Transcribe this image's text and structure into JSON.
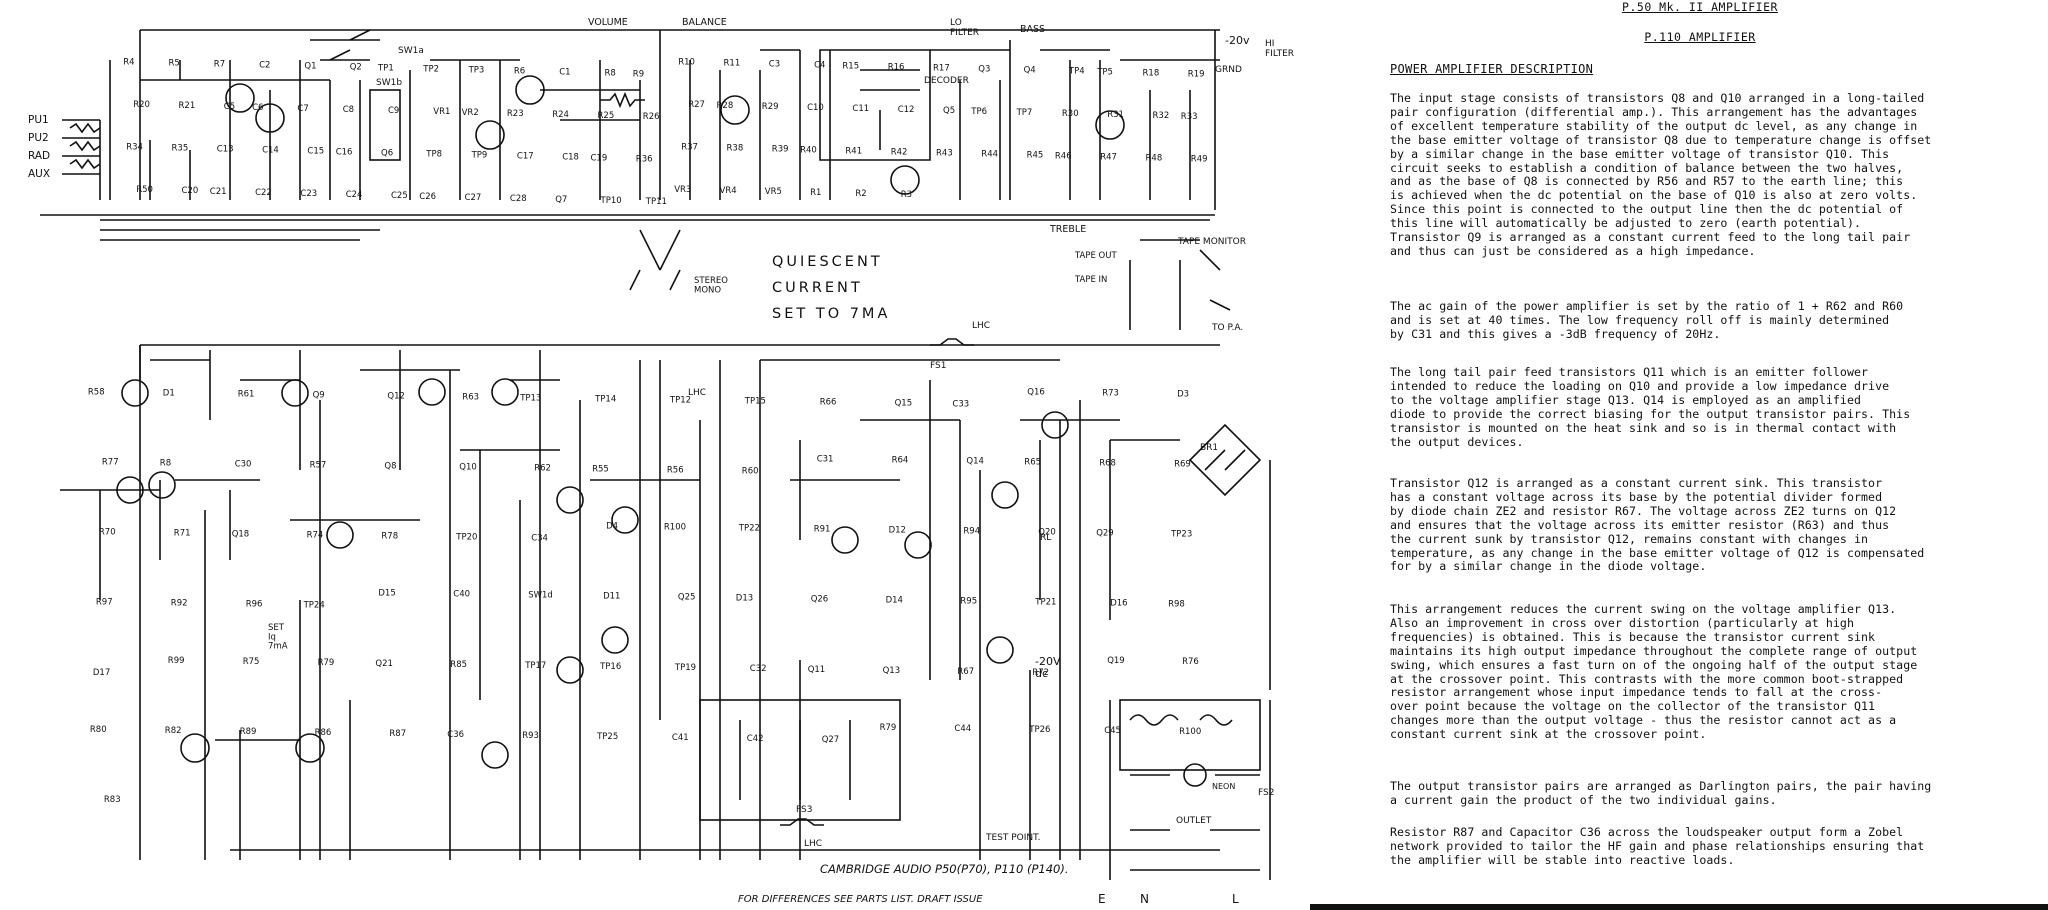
{
  "document": {
    "title_1": "P.50 Mk. II AMPLIFIER",
    "title_2": "P.110 AMPLIFIER",
    "heading": "POWER AMPLIFIER DESCRIPTION",
    "paragraphs": [
      "The input stage consists of transistors Q8 and Q10 arranged in a long-tailed\npair configuration (differential amp.). This arrangement has the advantages\nof excellent temperature stability of the output dc level, as any change in\nthe base emitter voltage of transistor Q8 due to temperature change is offset\nby a similar change in the base emitter voltage of transistor Q10. This\ncircuit seeks to establish a condition of balance between the two halves,\nand as the base of Q8 is connected by R56 and R57 to the earth line; this\nis achieved when the dc potential on the base of Q10 is also at zero volts.\nSince this point is connected to the output line then the dc potential of\nthis line will automatically be adjusted to zero (earth potential).\nTransistor Q9 is arranged as a constant current feed to the long tail pair\nand thus can just be considered as a high impedance.",
      "The ac gain of the power amplifier is set by the ratio of 1 + R62 and R60\nand is set at 40 times. The low frequency roll off is mainly determined\nby C31 and this gives a -3dB frequency of 20Hz.",
      "The long tail pair feed transistors Q11 which is an emitter follower\nintended to reduce the loading on Q10 and provide a low impedance drive\nto the voltage amplifier stage Q13. Q14 is employed as an amplified\ndiode to provide the correct biasing for the output transistor pairs. This\ntransistor is mounted on the heat sink and so is in thermal contact with\nthe output devices.",
      "Transistor Q12 is arranged as a constant current sink. This transistor\nhas a constant voltage across its base by the potential divider formed\nby diode chain ZE2 and resistor R67. The voltage across ZE2 turns on Q12\nand ensures that the voltage across its emitter resistor (R63) and thus\nthe current sunk by transistor Q12, remains constant with changes in\ntemperature, as any change in the base emitter voltage of Q12 is compensated\nfor by a similar change in the diode voltage.",
      "This arrangement reduces the current swing on the voltage amplifier Q13.\nAlso an improvement in cross over distortion (particularly at high\nfrequencies) is obtained. This is because the transistor current sink\nmaintains its high output impedance throughout the complete range of output\nswing, which ensures a fast turn on of the ongoing half of the output stage\nat the crossover point. This contrasts with the more common boot-strapped\nresistor arrangement whose input impedance tends to fall at the cross-\nover point because the voltage on the collector of the transistor Q11\nchanges more than the output voltage - thus the resistor cannot act as a\nconstant current sink at the crossover point.",
      "The output transistor pairs are arranged as Darlington pairs, the pair having\na current gain the product of the two individual gains.",
      "Resistor R87 and Capacitor C36 across the loudspeaker output form a Zobel\nnetwork provided to tailor the HF gain and phase relationships ensuring that\nthe amplifier will be stable into reactive loads."
    ]
  },
  "schematic": {
    "top_labels": {
      "volume": "VOLUME",
      "balance": "BALANCE",
      "lo_filter": "LO\nFILTER",
      "bass": "BASS",
      "treble": "TREBLE",
      "supply": "-20v",
      "hi_filter": "HI\nFILTER",
      "decoder": "DECODER",
      "grnd": "GRND",
      "tape_out": "TAPE OUT",
      "tape_in": "TAPE IN",
      "tape_monitor": "TAPE MONITOR",
      "to_pa": "TO P.A.",
      "stereo_mono": "STEREO\nMONO",
      "sw1a": "SW1a",
      "sw1b": "SW1b"
    },
    "inputs": [
      "PU1",
      "PU2",
      "RAD",
      "AUX"
    ],
    "quiescent_note": [
      "QUIESCENT",
      "CURRENT",
      "SET TO 7MA"
    ],
    "bottom_labels": {
      "lhc_1": "LHC",
      "lhc_2": "LHC",
      "lhc_3": "LHC",
      "supply_2": "-20V\ndc",
      "test_point": "TEST POINT.",
      "set_iq": "SET\nIq\n7mA",
      "neon": "NEON",
      "outlet": "OUTLET",
      "fs1": "FS1",
      "fs2": "FS2",
      "fs3": "FS3",
      "brk": "BR1",
      "rl": "RL",
      "e": "E",
      "n": "N",
      "l": "L"
    },
    "footer_line_1": "CAMBRIDGE AUDIO P50(P70), P110 (P140).",
    "footer_line_2": "FOR DIFFERENCES SEE PARTS LIST. DRAFT ISSUE",
    "component_labels_top": [
      "R4",
      "R5",
      "R7",
      "C2",
      "Q1",
      "Q2",
      "TP1",
      "TP2",
      "TP3",
      "R6",
      "C1",
      "R8",
      "R9",
      "R10",
      "R11",
      "C3",
      "C4",
      "R15",
      "R16",
      "R17",
      "Q3",
      "Q4",
      "TP4",
      "TP5",
      "R18",
      "R19",
      "R20",
      "R21",
      "C5",
      "C6",
      "C7",
      "C8",
      "C9",
      "VR1",
      "VR2",
      "R23",
      "R24",
      "R25",
      "R26",
      "R27",
      "R28",
      "R29",
      "C10",
      "C11",
      "C12",
      "Q5",
      "TP6",
      "TP7",
      "R30",
      "R31",
      "R32",
      "R33",
      "R34",
      "R35",
      "C13",
      "C14",
      "C15",
      "C16",
      "Q6",
      "TP8",
      "TP9",
      "C17",
      "C18",
      "C19",
      "R36",
      "R37",
      "R38",
      "R39",
      "R40",
      "R41",
      "R42",
      "R43",
      "R44",
      "R45",
      "R46",
      "R47",
      "R48",
      "R49",
      "R50",
      "C20",
      "C21",
      "C22",
      "C23",
      "C24",
      "C25",
      "C26",
      "C27",
      "C28",
      "Q7",
      "TP10",
      "TP11",
      "VR3",
      "VR4",
      "VR5",
      "R1",
      "R2",
      "R3"
    ],
    "component_labels_bottom": [
      "R58",
      "D1",
      "R61",
      "Q9",
      "Q12",
      "R63",
      "TP13",
      "TP14",
      "TP12",
      "TP15",
      "R66",
      "Q15",
      "C33",
      "Q16",
      "R73",
      "D3",
      "R77",
      "R8",
      "C30",
      "R57",
      "Q8",
      "Q10",
      "R62",
      "R55",
      "R56",
      "R60",
      "C31",
      "R64",
      "Q14",
      "R65",
      "R68",
      "R69",
      "R70",
      "R71",
      "Q18",
      "R74",
      "R78",
      "TP20",
      "C34",
      "D4",
      "R100",
      "TP22",
      "R91",
      "D12",
      "R94",
      "Q20",
      "Q29",
      "TP23",
      "R97",
      "R92",
      "R96",
      "TP24",
      "D15",
      "C40",
      "SW1d",
      "D11",
      "Q25",
      "D13",
      "Q26",
      "D14",
      "R95",
      "TP21",
      "D16",
      "R98",
      "D17",
      "R99",
      "R75",
      "R79",
      "Q21",
      "R85",
      "TP17",
      "TP16",
      "TP19",
      "C32",
      "Q11",
      "Q13",
      "R67",
      "R72",
      "Q19",
      "R76",
      "R80",
      "R82",
      "R89",
      "R86",
      "R87",
      "C36",
      "R93",
      "TP25",
      "C41",
      "C42",
      "Q27",
      "R79",
      "C44",
      "TP26",
      "C45",
      "R100",
      "R83"
    ]
  },
  "colors": {
    "ink": "#111111",
    "paper": "#ffffff"
  }
}
